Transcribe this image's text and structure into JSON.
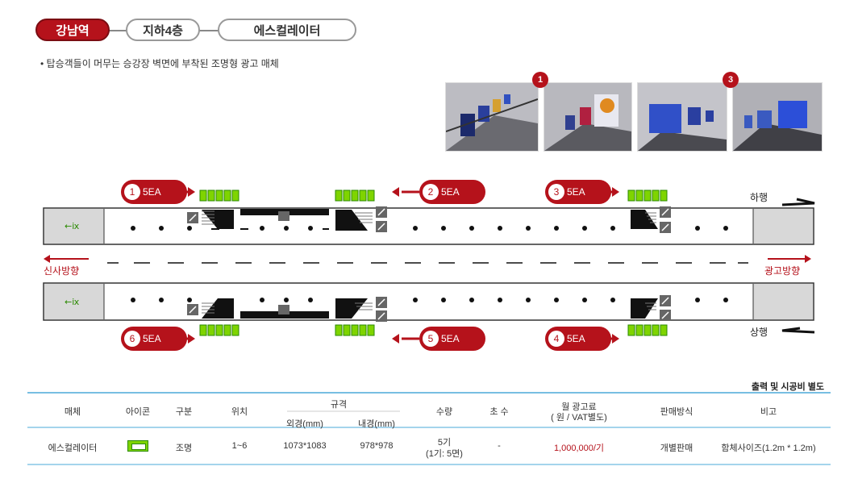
{
  "breadcrumb": {
    "station": "강남역",
    "floor": "지하4층",
    "media": "에스컬레이터"
  },
  "description": "• 탑승객들이 머무는 승강장 벽면에 부착된 조명형 광고 매체",
  "photo_badges": [
    "1",
    "3"
  ],
  "diagram": {
    "top_markers": [
      {
        "num": "1",
        "count": "5EA"
      },
      {
        "num": "2",
        "count": "5EA"
      },
      {
        "num": "3",
        "count": "5EA"
      }
    ],
    "bottom_markers": [
      {
        "num": "6",
        "count": "5EA"
      },
      {
        "num": "5",
        "count": "5EA"
      },
      {
        "num": "4",
        "count": "5EA"
      }
    ],
    "down_label": "하행",
    "up_label": "상행",
    "left_direction": "신사방향",
    "right_direction": "광고방향"
  },
  "colors": {
    "brand_red": "#b5121b",
    "ad_green": "#7fd400"
  },
  "table": {
    "note": "출력 및 시공비 별도",
    "headers": {
      "media": "매체",
      "icon": "아이콘",
      "category": "구분",
      "location": "위치",
      "spec": "규격",
      "outer": "외경(mm)",
      "inner": "내경(mm)",
      "quantity": "수량",
      "count": "초 수",
      "price_line1": "월 광고료",
      "price_line2": "( 원 / VAT별도)",
      "sale": "판매방식",
      "remark": "비고"
    },
    "row": {
      "media": "에스컬레이터",
      "category": "조명",
      "location": "1~6",
      "outer": "1073*1083",
      "inner": "978*978",
      "quantity_line1": "5기",
      "quantity_line2": "(1기: 5면)",
      "count": "-",
      "price": "1,000,000/기",
      "sale": "개별판매",
      "remark": "함체사이즈(1.2m * 1.2m)"
    }
  }
}
